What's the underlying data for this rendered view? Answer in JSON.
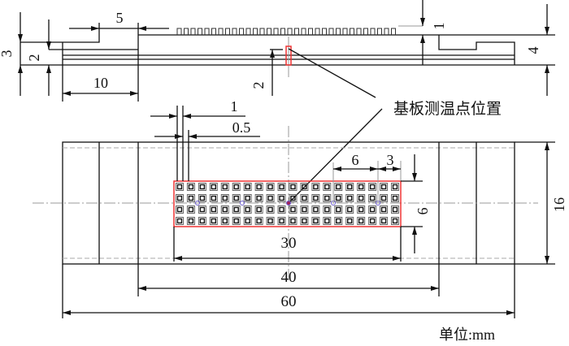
{
  "dimensions": {
    "base_height": "3",
    "substrate_height": "2",
    "step_width": "5",
    "left_length": "10",
    "probe_depth": "2",
    "pin_height": "1",
    "right_height": "4",
    "pin_pitch": "1",
    "pin_width": "0.5",
    "probe_spacing": "6",
    "edge_spacing": "3",
    "array_height": "6",
    "total_width": "16",
    "array_length": "30",
    "middle_length": "40",
    "total_length": "60"
  },
  "annotation": "基板测温点位置",
  "unit_label": "单位:mm",
  "pin_grid": {
    "columns": 20,
    "rows": 4
  },
  "colors": {
    "line": "#111111",
    "highlight": "#e33333",
    "centerline": "#999999",
    "probe": "#6a5acd"
  }
}
